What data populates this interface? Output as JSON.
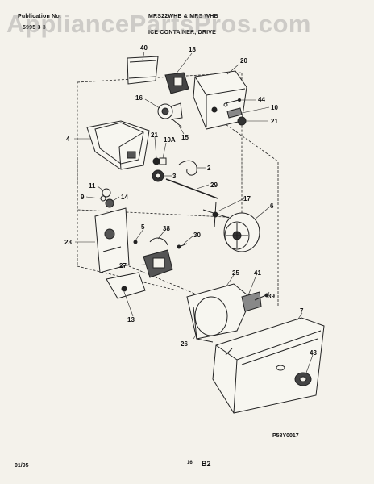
{
  "header": {
    "publication_label": "Publication No.",
    "publication_no": "5995 3 3",
    "models": "MRS22WHB & MRS WHB",
    "section_title": "ICE CONTAINER, DRIVE"
  },
  "watermark": "AppliancePartsPros.com",
  "part_numbers": [
    "40",
    "18",
    "20",
    "16",
    "44",
    "10",
    "21",
    "4",
    "15",
    "21",
    "10A",
    "2",
    "3",
    "29",
    "11",
    "14",
    "9",
    "17",
    "6",
    "5",
    "38",
    "30",
    "23",
    "27",
    "25",
    "41",
    "39",
    "13",
    "26",
    "7",
    "43"
  ],
  "diagram_code": "P58Y0017",
  "footer": {
    "date": "01/95",
    "page_num": "16",
    "page_code": "B2"
  }
}
